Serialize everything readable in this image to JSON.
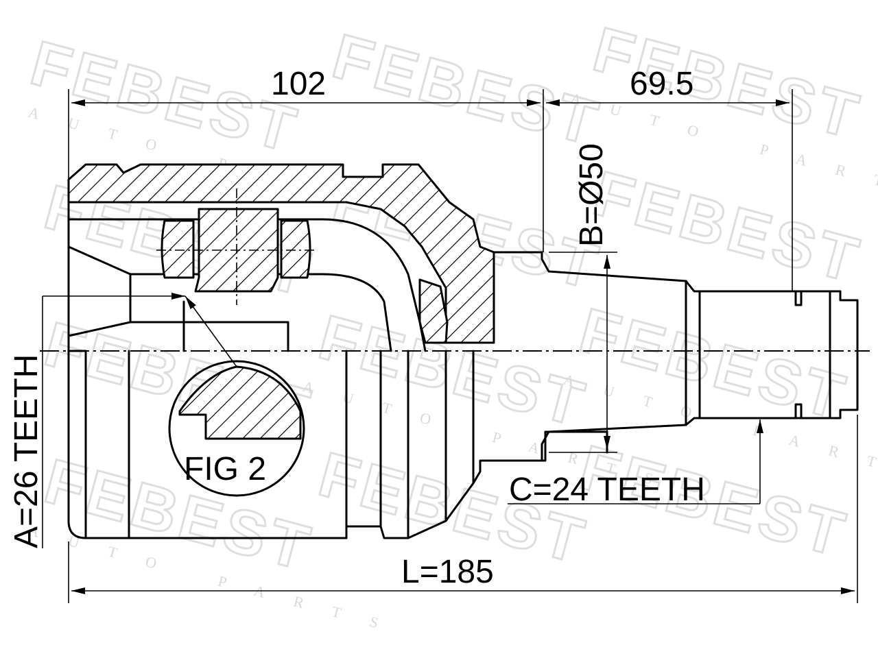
{
  "watermark": {
    "brand": "FEBEST",
    "tagline": "AUTO PARTS",
    "color": "#dedede"
  },
  "dimensions": {
    "outer_length": "102",
    "shaft_length": "69.5",
    "diameter_b": "B=Ø50",
    "teeth_a": "A=26 TEETH",
    "teeth_c": "C=24 TEETH",
    "total_length": "L=185"
  },
  "detail": {
    "label": "FIG 2"
  },
  "colors": {
    "line": "#000000",
    "background": "#ffffff"
  }
}
